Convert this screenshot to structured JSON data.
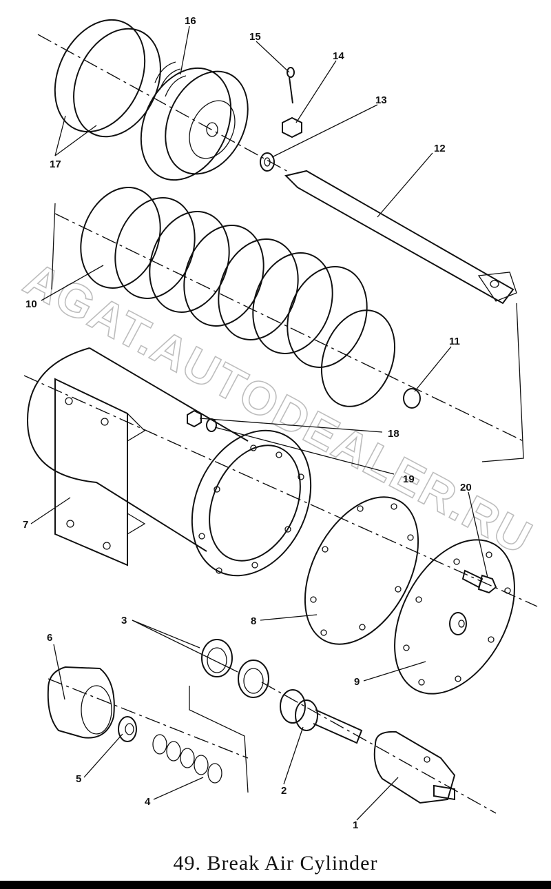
{
  "caption": "49. Break Air Cylinder",
  "watermark": "AGAT.AUTODEALER.RU",
  "part_labels": [
    "1",
    "2",
    "3",
    "4",
    "5",
    "6",
    "7",
    "8",
    "9",
    "10",
    "11",
    "12",
    "13",
    "14",
    "15",
    "16",
    "17",
    "18",
    "19",
    "20"
  ]
}
